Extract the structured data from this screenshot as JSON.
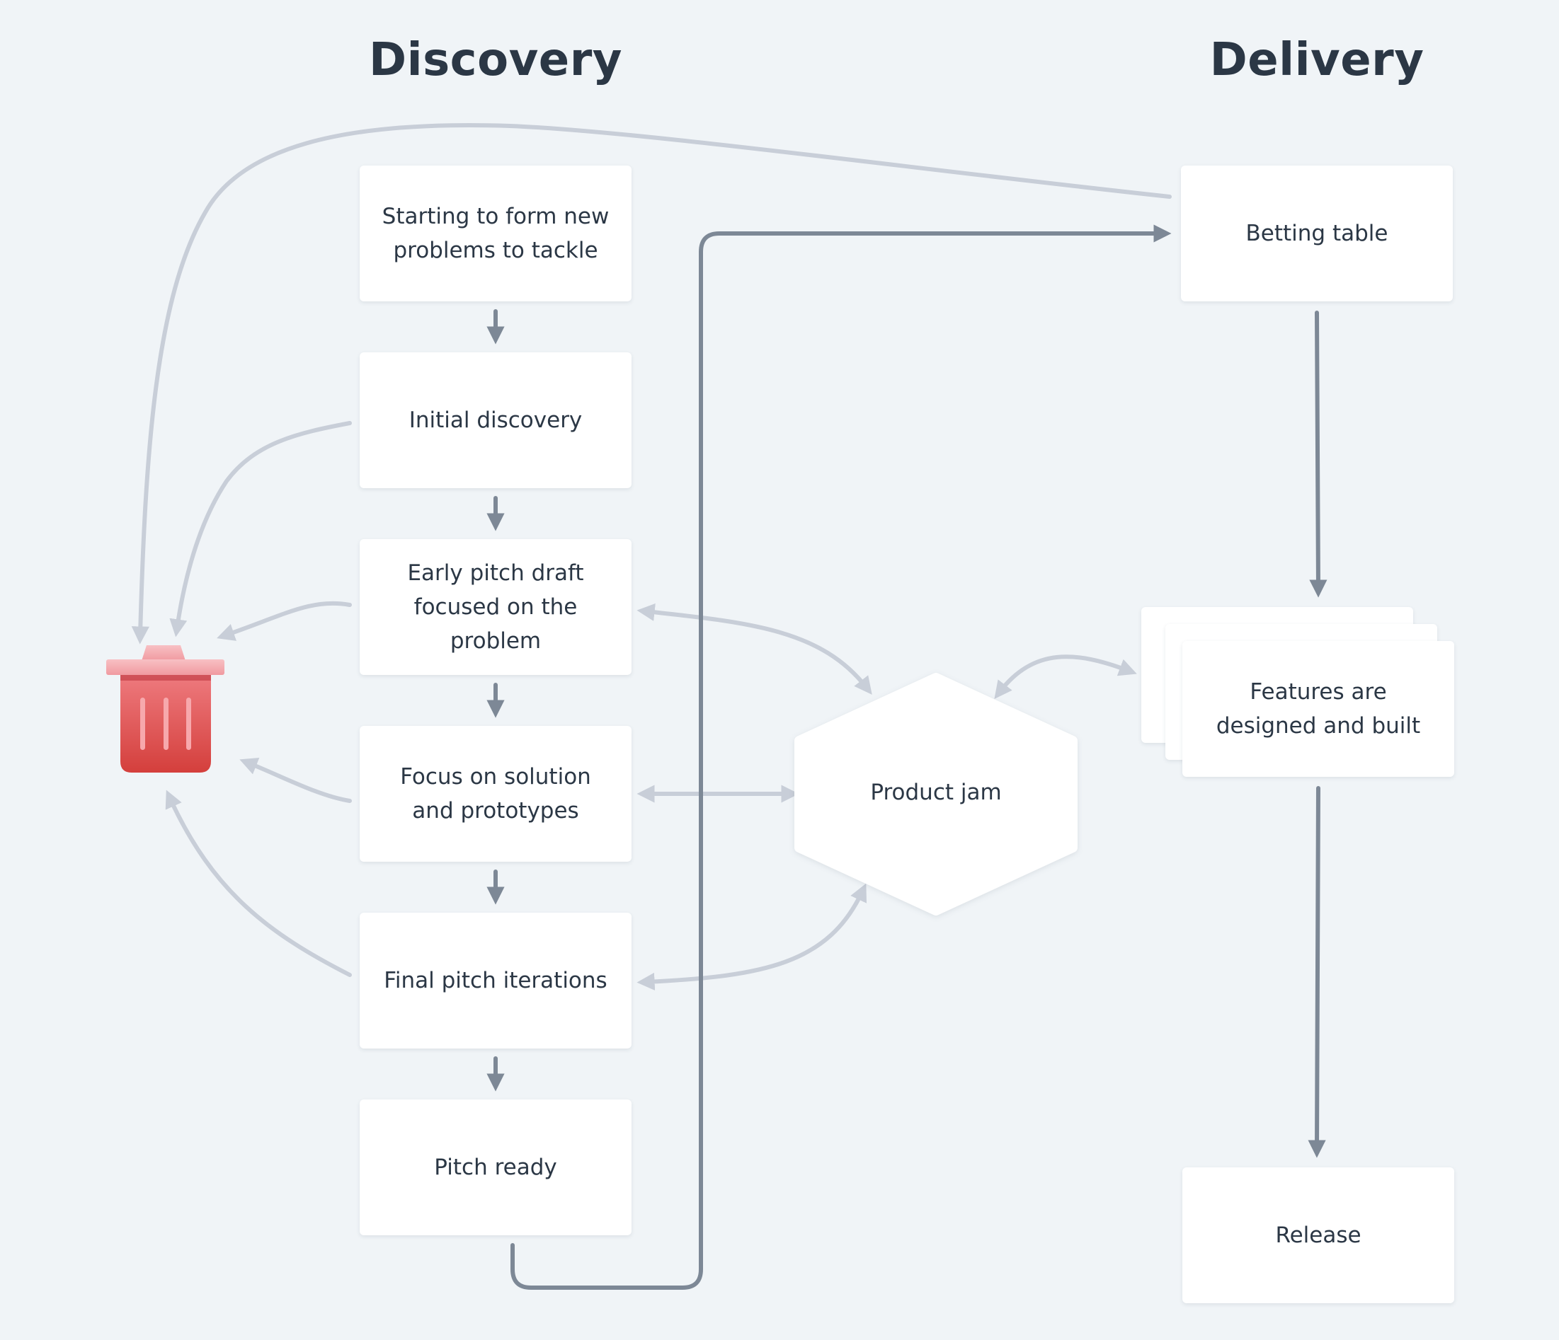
{
  "titles": {
    "discovery": "Discovery",
    "delivery": "Delivery"
  },
  "nodes": {
    "start": "Starting to form new problems to tackle",
    "initial": "Initial discovery",
    "early": "Early pitch draft focused on the problem",
    "focus": "Focus on solution and prototypes",
    "final": "Final pitch iterations",
    "ready": "Pitch ready",
    "betting": "Betting table",
    "features": "Features are designed and built",
    "release": "Release",
    "jam": "Product jam"
  },
  "icons": {
    "trash": "trash-can-icon"
  },
  "colors": {
    "background": "#f0f4f7",
    "node": "#ffffff",
    "text": "#2b3745",
    "arrow_dark": "#7d8896",
    "arrow_light": "#c8ced8",
    "trash_top": "#f2a4aa",
    "trash_body": "#dc4a4a"
  }
}
